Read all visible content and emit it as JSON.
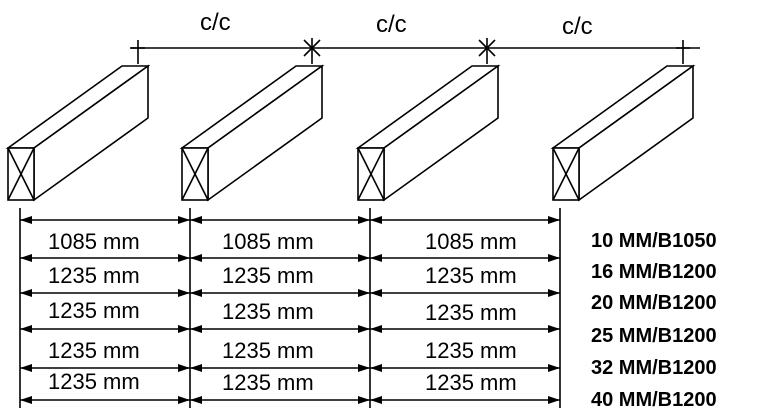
{
  "spacing_labels": [
    "c/c",
    "c/c",
    "c/c"
  ],
  "rows": [
    {
      "dims": [
        "1085 mm",
        "1085 mm",
        "1085 mm"
      ],
      "spec": "10 MM/B1050"
    },
    {
      "dims": [
        "1235 mm",
        "1235 mm",
        "1235 mm"
      ],
      "spec": "16 MM/B1200"
    },
    {
      "dims": [
        "1235 mm",
        "1235 mm",
        "1235 mm"
      ],
      "spec": "20 MM/B1200"
    },
    {
      "dims": [
        "1235 mm",
        "1235 mm",
        "1235 mm"
      ],
      "spec": "25 MM/B1200"
    },
    {
      "dims": [
        "1235 mm",
        "1235 mm",
        "1235 mm"
      ],
      "spec": "32 MM/B1200"
    }
  ],
  "extra_spec": "40 MM/B1200"
}
